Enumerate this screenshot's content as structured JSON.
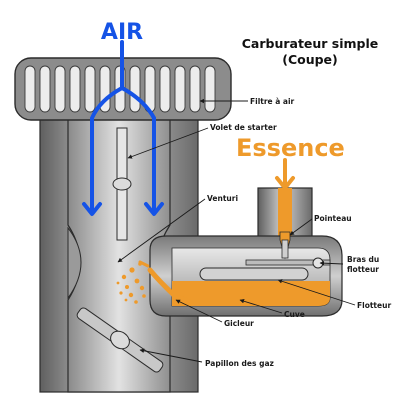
{
  "title": {
    "line1": "Carburateur simple",
    "line2": "(Coupe)"
  },
  "flows": {
    "air": "AIR",
    "fuel": "Essence"
  },
  "labels": {
    "filtre": "Filtre à air",
    "volet": "Volet de starter",
    "venturi": "Venturi",
    "pointeau": "Pointeau",
    "bras_line1": "Bras du",
    "bras_line2": "flotteur",
    "flotteur": "Flotteur",
    "cuve": "Cuve",
    "gicleur": "Gicleur",
    "papillon": "Papillon des gaz"
  },
  "colors": {
    "air": "#1553e6",
    "fuel": "#ee9a2b",
    "metal_dark": "#6e6e6e",
    "metal_light": "#bdbdbd",
    "outline": "#2b2b2b"
  }
}
